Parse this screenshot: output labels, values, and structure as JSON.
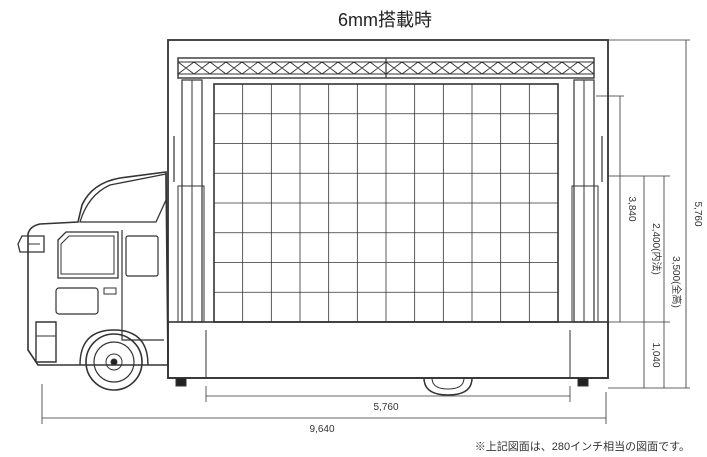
{
  "title": "6mm搭載時",
  "note": "※上記図面は、280インチ相当の図面です。",
  "dimensions": {
    "screen_width": "5,760",
    "overall_length": "9,640",
    "screen_height": "3,840",
    "inner_height": "2,400(内法)",
    "total_height_panel": "3,500(全高)",
    "overall_height": "5,760",
    "base_height": "1,040"
  },
  "screen_grid": {
    "columns": 12,
    "rows": 8
  },
  "colors": {
    "line": "#333333",
    "fill_light": "#f4f4f4",
    "fill_dark": "#222222"
  }
}
